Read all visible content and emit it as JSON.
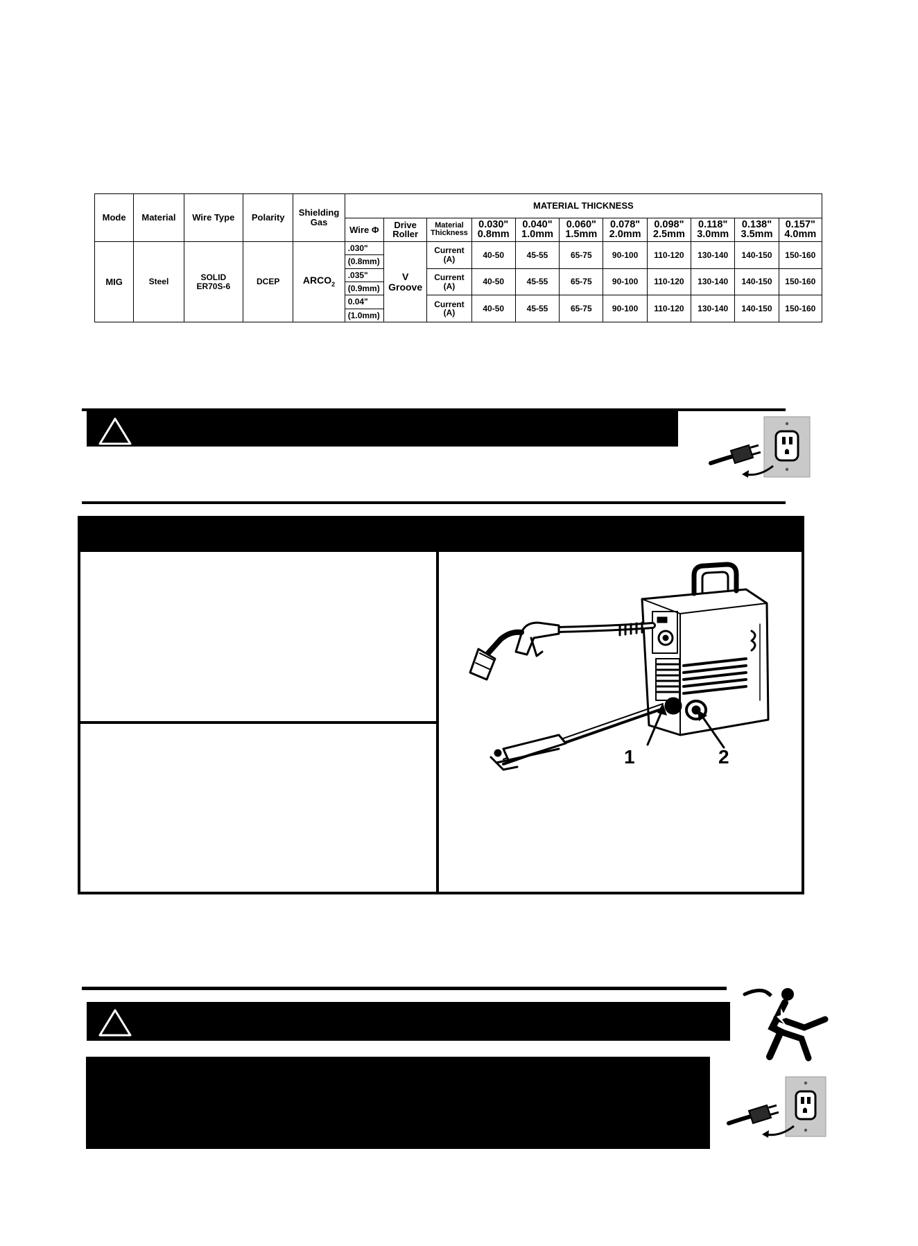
{
  "table": {
    "header": {
      "mode": "Mode",
      "material": "Material",
      "wire_type": "Wire Type",
      "polarity": "Polarity",
      "shielding_gas_line1": "Shielding",
      "shielding_gas_line2": "Gas",
      "material_thickness_group": "MATERIAL THICKNESS",
      "wire_dia": "Wire Φ",
      "drive_roller_line1": "Drive",
      "drive_roller_line2": "Roller",
      "material_thickness_line1": "Material",
      "material_thickness_line2": "Thickness"
    },
    "thickness_columns": [
      {
        "inch": "0.030\"",
        "mm": "0.8mm"
      },
      {
        "inch": "0.040\"",
        "mm": "1.0mm"
      },
      {
        "inch": "0.060\"",
        "mm": "1.5mm"
      },
      {
        "inch": "0.078\"",
        "mm": "2.0mm"
      },
      {
        "inch": "0.098\"",
        "mm": "2.5mm"
      },
      {
        "inch": "0.118\"",
        "mm": "3.0mm"
      },
      {
        "inch": "0.138\"",
        "mm": "3.5mm"
      },
      {
        "inch": "0.157\"",
        "mm": "4.0mm"
      }
    ],
    "mode": "MIG",
    "material": "Steel",
    "wire_type_line1": "SOLID",
    "wire_type_line2": "ER70S-6",
    "polarity": "DCEP",
    "shielding_gas": "ARCO",
    "shielding_gas_sub": "2",
    "drive_roller_line1": "V",
    "drive_roller_line2": "Groove",
    "rows": [
      {
        "wire_inch": ".030\"",
        "wire_mm": "(0.8mm)",
        "label_line1": "Current",
        "label_line2": "(A)",
        "values": [
          "40-50",
          "45-55",
          "65-75",
          "90-100",
          "110-120",
          "130-140",
          "140-150",
          "150-160"
        ]
      },
      {
        "wire_inch": ".035\"",
        "wire_mm": "(0.9mm)",
        "label_line1": "Current",
        "label_line2": "(A)",
        "values": [
          "40-50",
          "45-55",
          "65-75",
          "90-100",
          "110-120",
          "130-140",
          "140-150",
          "150-160"
        ]
      },
      {
        "wire_inch": "0.04\"",
        "wire_mm": "(1.0mm)",
        "label_line1": "Current",
        "label_line2": "(A)",
        "values": [
          "40-50",
          "45-55",
          "65-75",
          "90-100",
          "110-120",
          "130-140",
          "140-150",
          "150-160"
        ]
      }
    ]
  },
  "figure": {
    "callout_1": "1",
    "callout_2": "2"
  },
  "icons": {
    "warning_1": "warning-triangle-icon",
    "plug_1": "unplug-outlet-icon",
    "warning_2": "warning-triangle-icon",
    "shock": "electric-shock-icon",
    "plug_2": "unplug-outlet-icon"
  }
}
